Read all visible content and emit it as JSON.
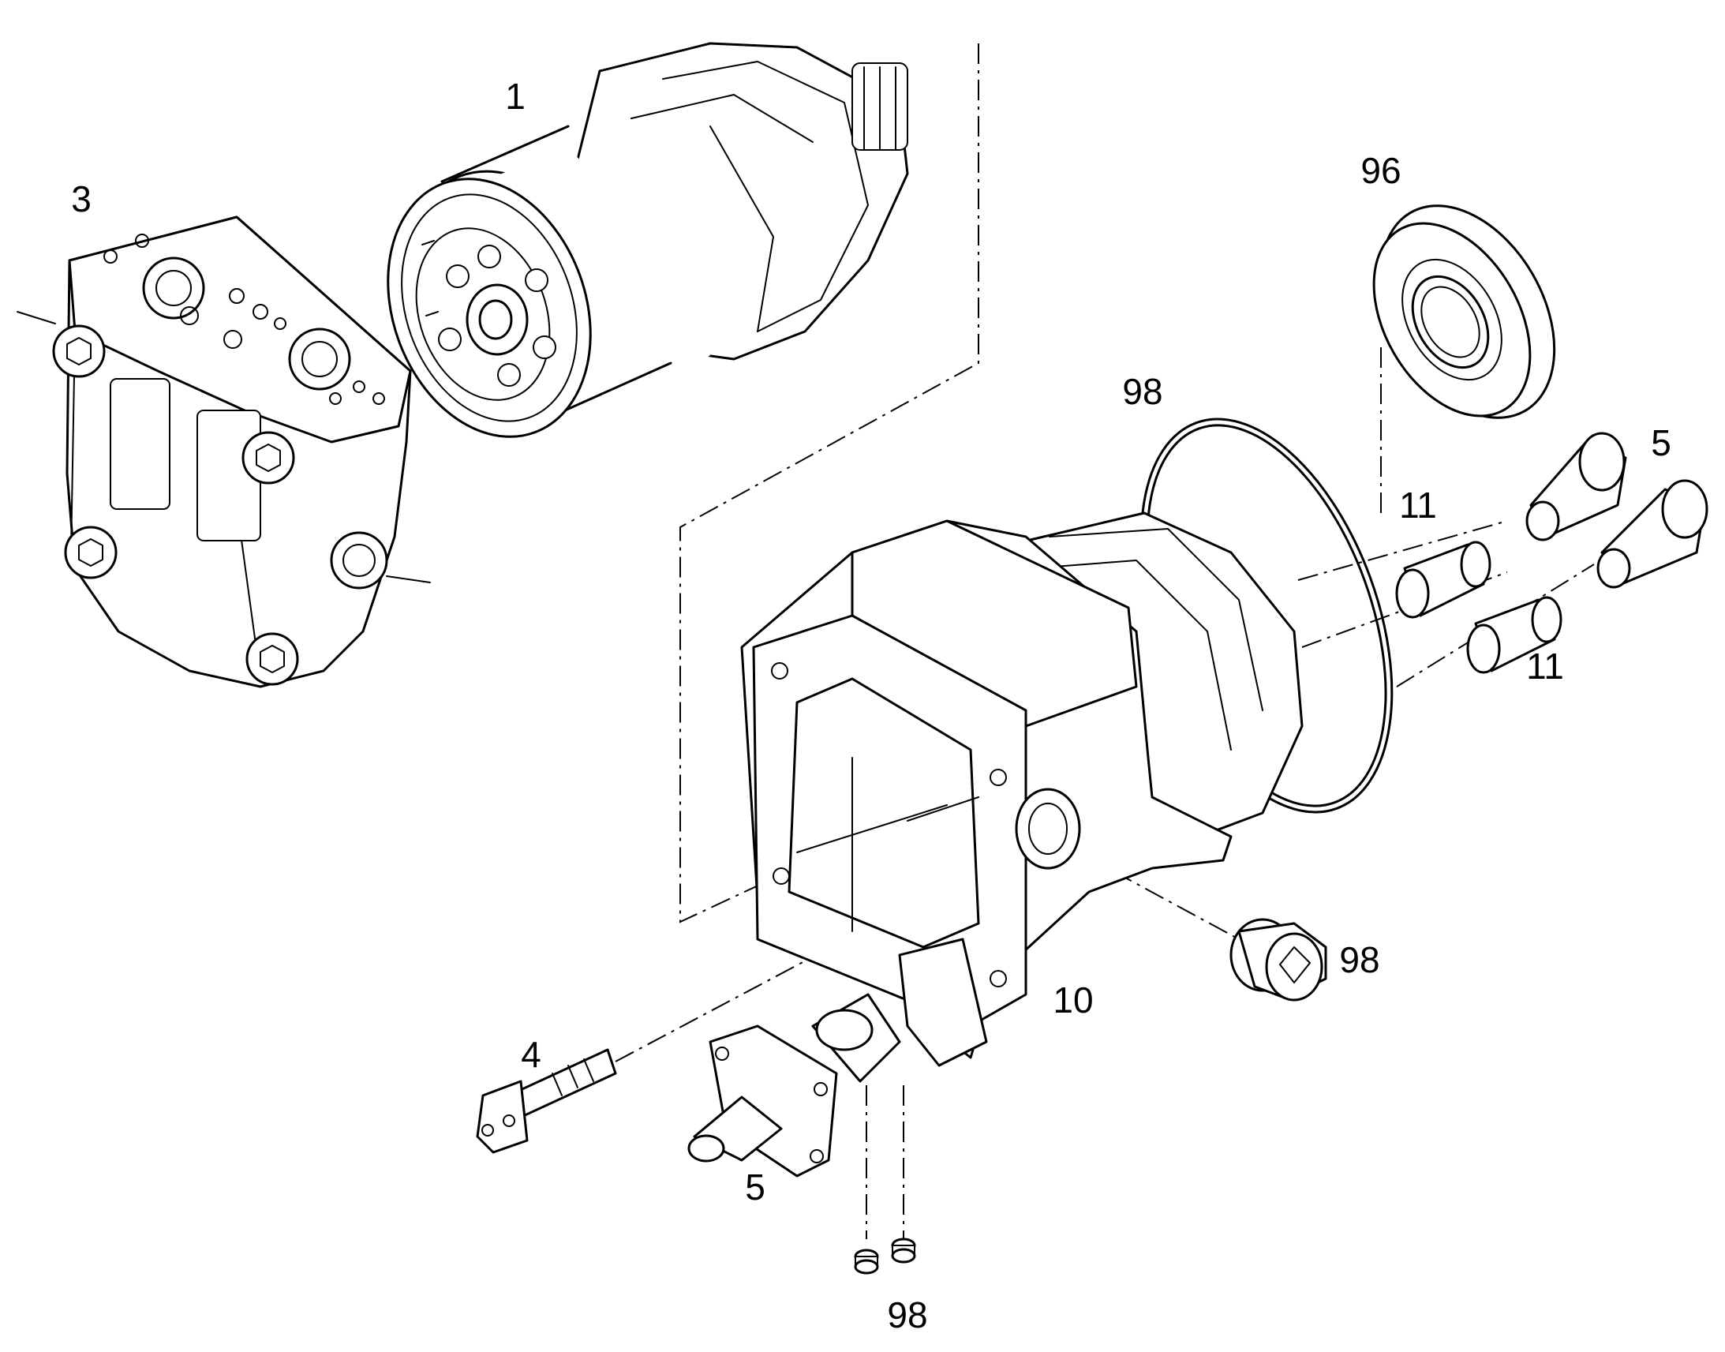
{
  "callouts": {
    "part_1": "1",
    "part_3": "3",
    "part_96": "96",
    "part_98_oring": "98",
    "part_5_right": "5",
    "part_11_upper": "11",
    "part_11_lower": "11",
    "part_98_plug": "98",
    "part_10": "10",
    "part_4": "4",
    "part_5_bottom": "5",
    "part_98_screws": "98"
  }
}
